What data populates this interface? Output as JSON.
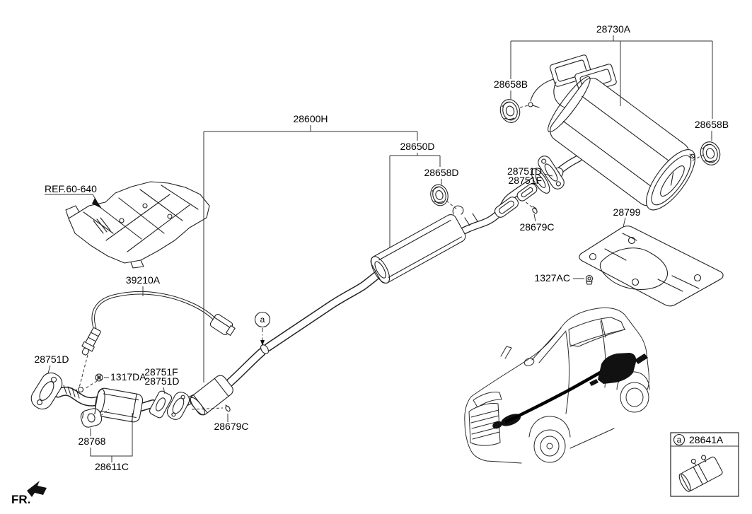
{
  "parts": {
    "rear_muffler_assy": "28730A",
    "rear_hanger": "28658B",
    "center_exhaust_assy": "28600H",
    "center_muffler": "28650D",
    "center_hanger": "28658D",
    "gasket": "28751D",
    "flange_gasket": "28751F",
    "flange_bolt": "28679C",
    "rear_heat_shield": "28799",
    "shield_nut": "1327AC",
    "front_heat_shield_ref": "REF.60-640",
    "oxygen_sensor": "39210A",
    "sensor_bolt": "1317DA",
    "front_hanger": "28768",
    "front_pipe_assy": "28611C",
    "pipe_clamp": "28641A"
  },
  "annotations": {
    "callout_a": "a",
    "front_marker": "FR."
  }
}
